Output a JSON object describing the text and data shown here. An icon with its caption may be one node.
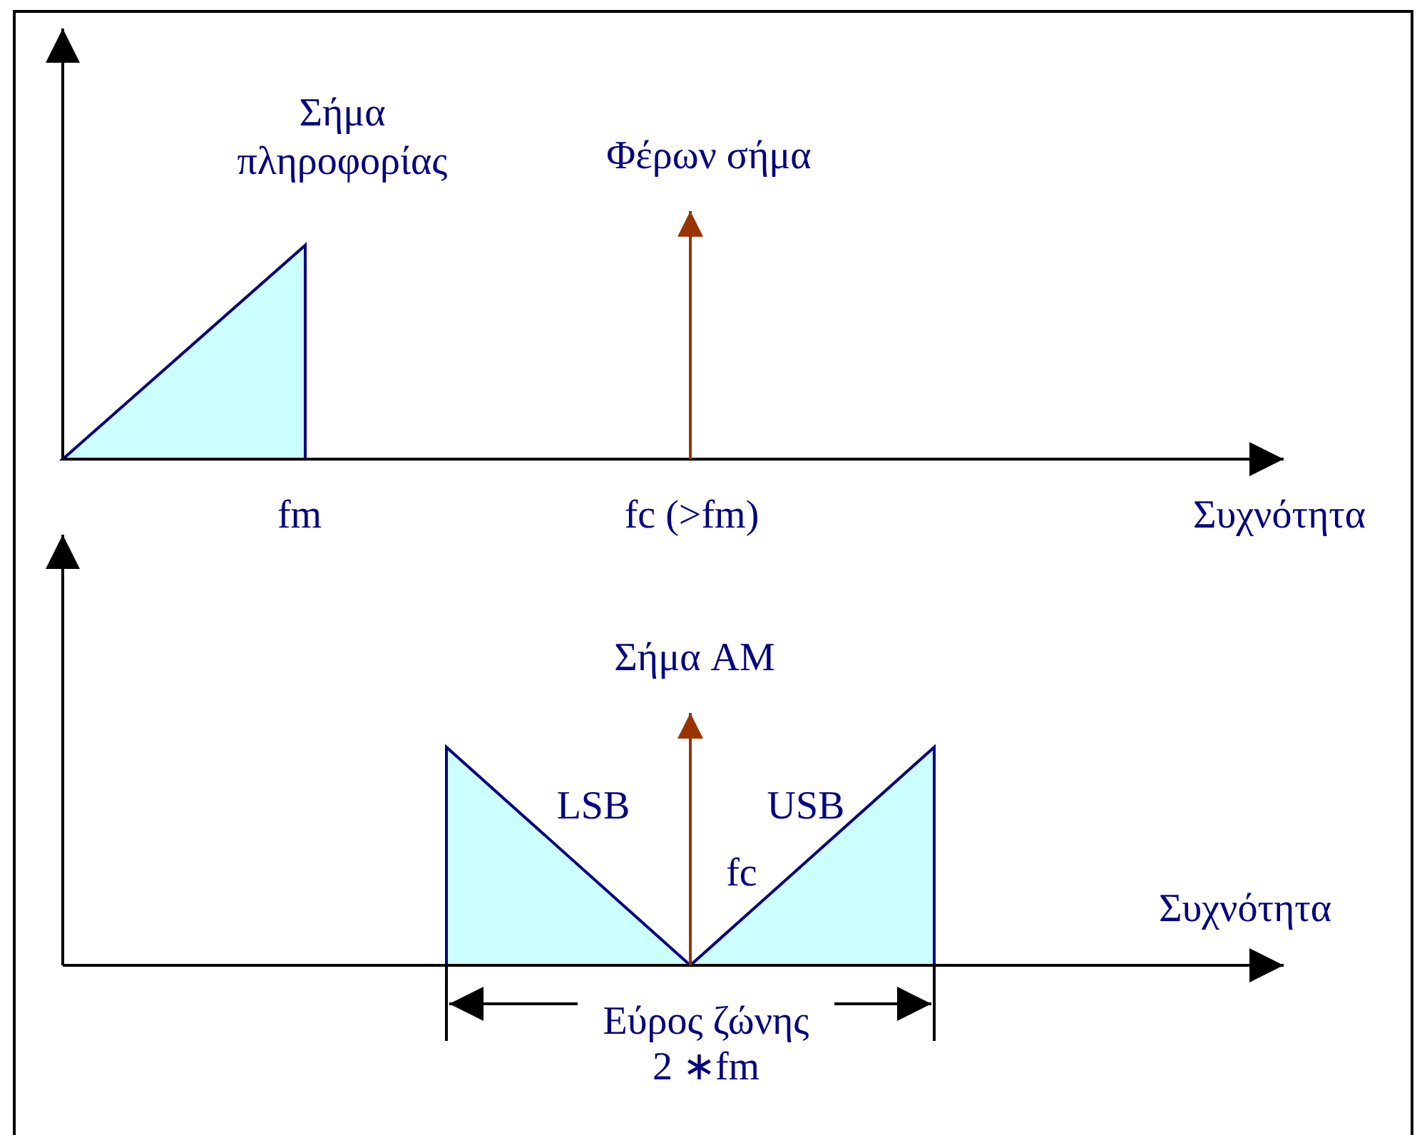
{
  "diagram": {
    "labels": [
      "Σήμα πληροφορίας",
      "Φέρων σήμα",
      "fm",
      "fc (>fm)",
      "Συχνότητα",
      "Σήμα AM",
      "LSB",
      "USB",
      "fc",
      "Συχνότητα",
      "Εύρος ζώνης 2 ∗fm"
    ]
  }
}
